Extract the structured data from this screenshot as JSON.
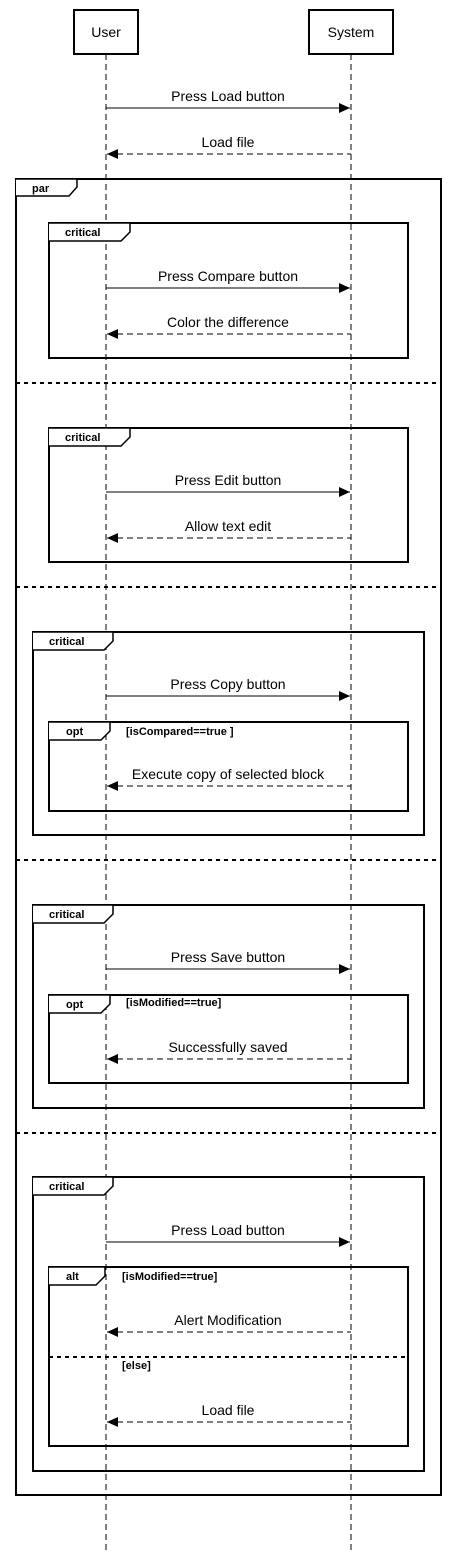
{
  "actors": {
    "user": "User",
    "system": "System"
  },
  "messages": {
    "press_load_1": "Press Load button",
    "load_file_1": "Load file",
    "press_compare": "Press Compare button",
    "color_difference": "Color the difference",
    "press_edit": "Press Edit button",
    "allow_text_edit": "Allow text edit",
    "press_copy": "Press Copy button",
    "execute_copy": "Execute copy of selected block",
    "press_save": "Press Save button",
    "successfully_saved": "Successfully saved",
    "press_load_2": "Press Load button",
    "alert_modification": "Alert Modification",
    "load_file_2": "Load file"
  },
  "fragments": {
    "par": "par",
    "critical": "critical",
    "opt": "opt",
    "alt": "alt"
  },
  "guards": {
    "is_compared": "[isCompared==true ]",
    "is_modified_save": "[isModified==true]",
    "is_modified_load": "[isModified==true]",
    "else": "[else]"
  }
}
